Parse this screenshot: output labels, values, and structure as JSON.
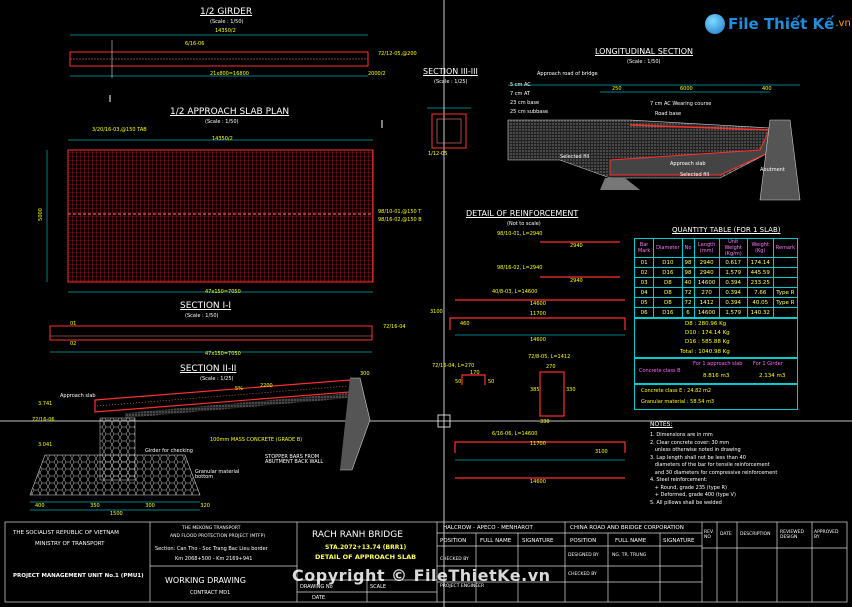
{
  "logo": {
    "text": "File Thiết Kế",
    "domain": ".vn"
  },
  "watermark": "Copyright © FileThietKe.vn",
  "views": {
    "girder": {
      "title": "1/2 GIRDER",
      "scale": "(Scale : 1/50)",
      "dim_top": "14350/2",
      "dim_bottom": "21x800=16800",
      "rebar_a": "6/16-06",
      "rebar_b": "72/12-05,@200",
      "edge_dim": "2000/2"
    },
    "plan": {
      "title": "1/2 APPROACH SLAB PLAN",
      "scale": "(Scale : 1/50)",
      "dim_top": "14350/2",
      "dim_bottom": "47x150=7050",
      "rebar_top": "3/20/16-03,@150 TAB",
      "rebar_r1": "98/10-01,@150 T",
      "rebar_r2": "98/16-02,@150 B",
      "side_dim": "5000"
    },
    "section1": {
      "title": "SECTION I-I",
      "scale": "(Scale : 1/50)",
      "dim": "47x150=7050",
      "label": "72/16-04",
      "bar_label_top": "01",
      "bar_label_bot": "02"
    },
    "section2": {
      "title": "SECTION II-II",
      "scale": "(Scale : 1/25)",
      "approach": "Approach slab",
      "concrete": "100mm MASS CONCRETE (GRADE B)",
      "girder": "Girder for checking",
      "stopper": "STOPPER BARS FROM ABUTMENT BACK WALL",
      "granular": "Granular material bottom",
      "dims": [
        "400",
        "350",
        "300",
        "320",
        "1500",
        "2200",
        "300"
      ],
      "label_rebar": "72/16-06",
      "slope": "5%",
      "elev1": "3.741",
      "elev2": "3.041"
    },
    "section3": {
      "title": "SECTION III-III",
      "scale": "(Scale : 1/25)",
      "rebar": "1/12-05"
    },
    "longitudinal": {
      "title": "LONGITUDINAL SECTION",
      "scale": "(Scale : 1/50)",
      "layers": [
        "5 cm AC",
        "7 cm AT",
        "23 cm base",
        "25 cm subbase"
      ],
      "approach_road": "Approach road of bridge",
      "wearing": "7 cm AC Wearing course",
      "road_base": "Road base",
      "approach_slab": "Approach slab",
      "selected_fill": "Selected fill",
      "abutment": "Abutment",
      "dims": [
        "250",
        "6000",
        "400"
      ]
    }
  },
  "reinforcement": {
    "title": "DETAIL OF REINFORCEMENT",
    "scale": "(Not to scale)",
    "bars": [
      "98/10-01, L=2940",
      "98/16-02, L=2940",
      "40/8-03, L=14600",
      "72/16-04, L=270",
      "72/8-05, L=1412",
      "6/16-06, L=14600"
    ],
    "dims": [
      "2940",
      "2940",
      "14600",
      "11700",
      "3100",
      "14600",
      "460",
      "170",
      "50",
      "50",
      "270",
      "11700",
      "3100",
      "14600",
      "385",
      "330",
      "330"
    ]
  },
  "quantity": {
    "title": "QUANTITY TABLE (FOR 1 SLAB)",
    "headers": [
      "Bar Mark",
      "Diameter",
      "No",
      "Length (mm)",
      "Unit Weight (Kg/m)",
      "Weight (Kg)",
      "Remark"
    ],
    "rows": [
      [
        "01",
        "D10",
        "98",
        "2940",
        "0.617",
        "174.14",
        ""
      ],
      [
        "02",
        "D16",
        "98",
        "2940",
        "1.579",
        "445.59",
        ""
      ],
      [
        "03",
        "D8",
        "40",
        "14600",
        "0.394",
        "233.25",
        ""
      ],
      [
        "04",
        "D8",
        "72",
        "270",
        "0.394",
        "7.66",
        "Type R"
      ],
      [
        "05",
        "D8",
        "72",
        "1412",
        "0.394",
        "40.05",
        "Type R"
      ],
      [
        "06",
        "D16",
        "6",
        "14600",
        "1.579",
        "140.32",
        ""
      ]
    ],
    "totals": [
      "D8 : 280.96 Kg",
      "D10 : 174.14 Kg",
      "D16 : 585.88 Kg"
    ],
    "grand_total": "Total : 1040.98 Kg",
    "concrete_label": "Concrete class B",
    "concrete_head1": "For 1 approach slab",
    "concrete_head2": "For 1 Girder",
    "concrete_val1": "8.816 m3",
    "concrete_val2": "2.134 m3",
    "concrete_class_e": "Concrete class E : 24.82 m2",
    "granular": "Granular material : 58.54 m3"
  },
  "notes": {
    "title": "NOTES:",
    "items": [
      "1. Dimensions are in mm",
      "2. Clear concrete cover: 30 mm",
      "   unless otherwise noted in drawing",
      "3. Lap length shall not be less than 40",
      "   diameters of the bar for tensile reinforcement",
      "   and 30 diameters for compressive reinforcement",
      "4. Steel reinforcement:",
      "   + Round, grade 235 (type R)",
      "   + Deformed, grade 400 (type V)",
      "5. All pillows shall be welded"
    ]
  },
  "titleblock": {
    "country": "THE SOCIALIST REPUBLIC OF VIETNAM",
    "ministry": "MINISTRY OF TRANSPORT",
    "pmu": "PROJECT MANAGEMENT UNIT No.1 (PMU1)",
    "project1": "THE MEKONG TRANSPORT",
    "project2": "AND FLOOD PROTECTION PROJECT (MTFP)",
    "section": "Section: Can Tho - Soc Trang Bac Lieu border",
    "km": "Km 2068+500 - Km 2169+941",
    "working": "WORKING DRAWING",
    "contract": "CONTRACT MD1",
    "bridge": "RACH RANH BRIDGE",
    "sta": "STA.2072+13.74 (BRR1)",
    "detail": "DETAIL OF APPROACH SLAB",
    "consultant": "HALCROW - APECO - MENHAROT",
    "contractor": "CHINA ROAD AND BRIDGE CORPORATION",
    "position": "POSITION",
    "full_name": "FULL NAME",
    "signature": "SIGNATURE",
    "checked_by": "CHECKED BY",
    "project_engineer": "PROJECT ENGINEER",
    "designed_by": "DESIGNED BY",
    "designer": "NG. TR. TRUNG",
    "checked_by2": "CHECKED BY",
    "rev": "REV. NO",
    "date": "DATE",
    "description": "DESCRIPTION",
    "reviewed": "REVIEWED DESIGN",
    "approved": "APPROVED BY",
    "drawing_no": "DRAWING No",
    "scale_label": "SCALE",
    "date_label": "DATE"
  }
}
